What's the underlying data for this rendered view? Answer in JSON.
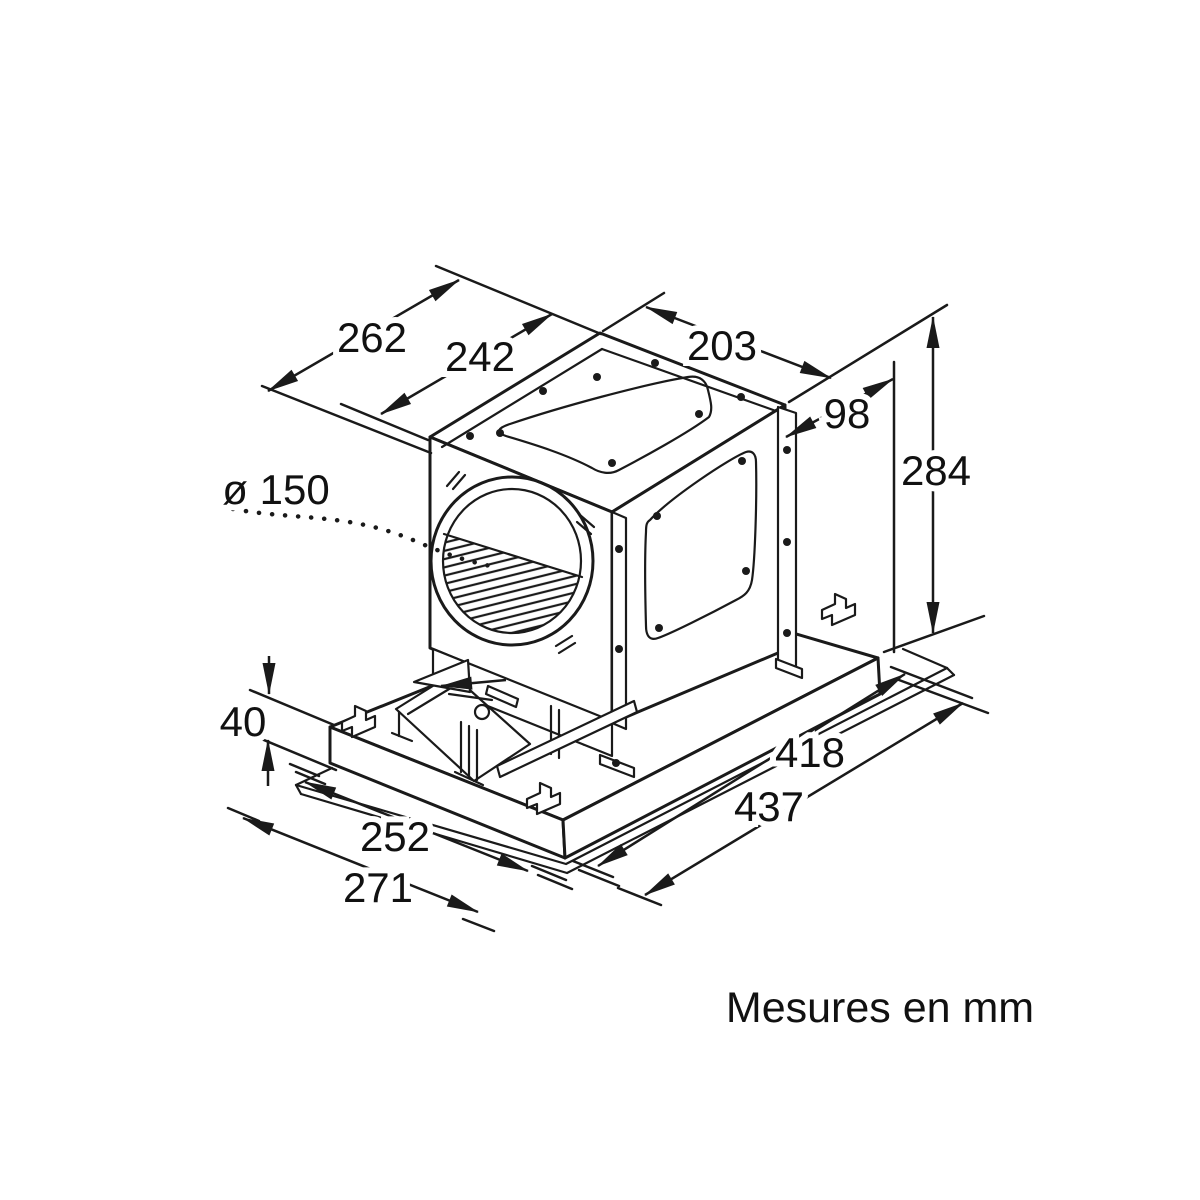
{
  "diagram": {
    "caption": "Mesures en mm",
    "dimensions": {
      "top_depth_outer": "262",
      "top_depth_inner": "242",
      "top_width": "203",
      "side_offset": "98",
      "height": "284",
      "duct_diameter": "ø 150",
      "frame_thickness": "40",
      "base_length_inner": "418",
      "base_length_outer": "437",
      "base_depth_inner": "252",
      "base_depth_outer": "271"
    },
    "colors": {
      "line": "#1a1a1a",
      "background": "#ffffff"
    }
  }
}
